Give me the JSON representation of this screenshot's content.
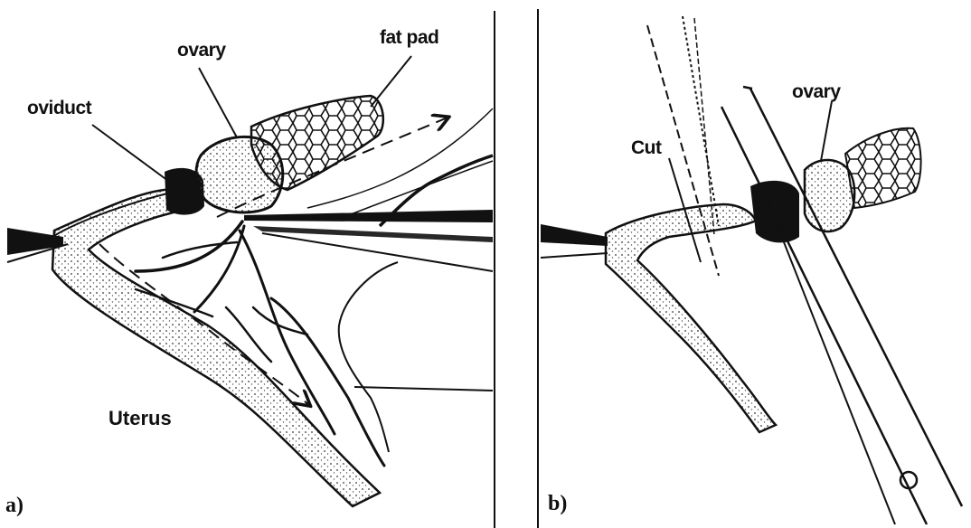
{
  "diagram": {
    "panel_a": {
      "tag": "a)",
      "labels": {
        "oviduct": "oviduct",
        "ovary": "ovary",
        "fat_pad": "fat pad",
        "uterus": "Uterus"
      }
    },
    "panel_b": {
      "tag": "b)",
      "labels": {
        "cut": "Cut",
        "ovary": "ovary"
      }
    },
    "colors": {
      "ink": "#111111",
      "background": "#ffffff"
    }
  }
}
